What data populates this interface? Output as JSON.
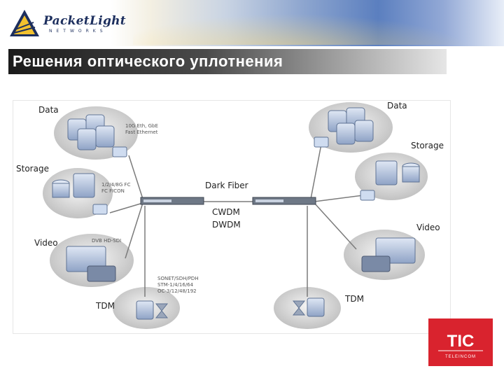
{
  "header": {
    "logo": {
      "name": "PacketLight",
      "sub": "NETWORKS"
    },
    "title": "Решения оптического уплотнения"
  },
  "diagram": {
    "left_sites": {
      "data": "Data",
      "storage": "Storage",
      "video": "Video",
      "tdm": "TDM"
    },
    "right_sites": {
      "data": "Data",
      "storage": "Storage",
      "video": "Video",
      "tdm": "TDM"
    },
    "link_label": "Dark Fiber",
    "tech": [
      "CWDM",
      "DWDM"
    ],
    "protocols": {
      "ethernet": [
        "10G Eth, GbE",
        "Fast Ethernet"
      ],
      "storage": [
        "1/2/4/8G FC",
        "FC FICON"
      ],
      "video": "DVB HD-SDI",
      "tdm": [
        "SONET/SDH/PDH",
        "STM-1/4/16/64",
        "OC-3/12/48/192"
      ]
    }
  },
  "footer_logo": {
    "name": "TIC",
    "sub": "TELEINCOM"
  },
  "colors": {
    "title_bar": "#1b1b1b",
    "tic_red": "#d9232e",
    "logo_navy": "#1d2f5e",
    "device_blue": "#9fb4d6"
  }
}
